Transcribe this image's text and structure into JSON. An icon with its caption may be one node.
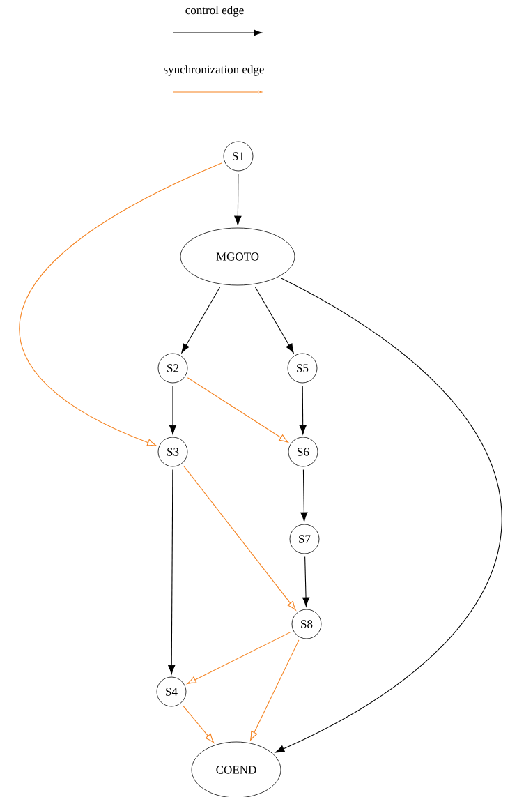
{
  "diagram": {
    "nodes": [
      {
        "text": [
          "S1"
        ]
      },
      {
        "text": [
          "MGOTO"
        ]
      },
      {
        "text": [
          "S2"
        ]
      },
      {
        "text": [
          "S5"
        ]
      },
      {
        "text": [
          "S3"
        ]
      },
      {
        "text": [
          "S6"
        ]
      },
      {
        "text": [
          "S7"
        ]
      },
      {
        "text": [
          "S8"
        ]
      },
      {
        "text": [
          "S4"
        ]
      },
      {
        "text": [
          "COEND"
        ]
      }
    ],
    "edges": [
      {
        "from": 0,
        "to": 1,
        "arrow": "to"
      },
      {
        "from": 1,
        "to": 2,
        "arrow": "to"
      },
      {
        "from": 1,
        "to": 3,
        "arrow": "to"
      },
      {
        "from": 1,
        "to": 9,
        "arrow": "to"
      },
      {
        "from": 2,
        "to": 4,
        "arrow": "to"
      },
      {
        "from": 3,
        "to": 5,
        "arrow": "to"
      },
      {
        "from": 5,
        "to": 6,
        "arrow": "to"
      },
      {
        "from": 6,
        "to": 7,
        "arrow": "to"
      },
      {
        "from": 4,
        "to": 8,
        "arrow": "to"
      },
      {
        "from": 0,
        "to": 4,
        "arrow": "to",
        "color": "#f5821f"
      },
      {
        "from": 2,
        "to": 5,
        "arrow": "to",
        "color": "#f5821f"
      },
      {
        "from": 4,
        "to": 7,
        "arrow": "to",
        "color": "#f5821f"
      },
      {
        "from": 7,
        "to": 8,
        "arrow": "to",
        "color": "#f5821f"
      },
      {
        "from": 8,
        "to": 9,
        "arrow": "to",
        "color": "#f5821f"
      },
      {
        "from": 7,
        "to": 9,
        "arrow": "to",
        "color": "#f5821f"
      }
    ],
    "legend": [
      {
        "text": "control edge"
      },
      {
        "text": "synchronization edge"
      }
    ]
  }
}
